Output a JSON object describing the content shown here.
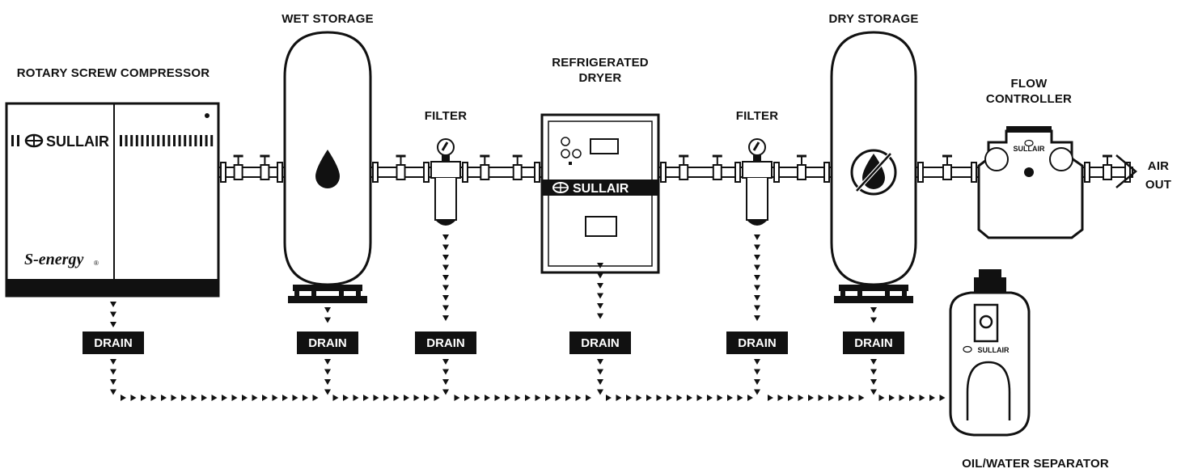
{
  "labels": {
    "compressor": "ROTARY SCREW COMPRESSOR",
    "wet_storage": "WET STORAGE",
    "filter_1": "FILTER",
    "dryer_line1": "REFRIGERATED",
    "dryer_line2": "DRYER",
    "filter_2": "FILTER",
    "dry_storage": "DRY STORAGE",
    "flow_line1": "FLOW",
    "flow_line2": "CONTROLLER",
    "air_line1": "AIR",
    "air_line2": "OUT",
    "separator": "OIL/WATER SEPARATOR"
  },
  "brand": {
    "name": "SULLAIR",
    "trademark": ".",
    "product": "S-energy",
    "product_mark": "®"
  },
  "drains": [
    "DRAIN",
    "DRAIN",
    "DRAIN",
    "DRAIN",
    "DRAIN",
    "DRAIN"
  ],
  "colors": {
    "ink": "#111111",
    "paper": "#ffffff"
  }
}
